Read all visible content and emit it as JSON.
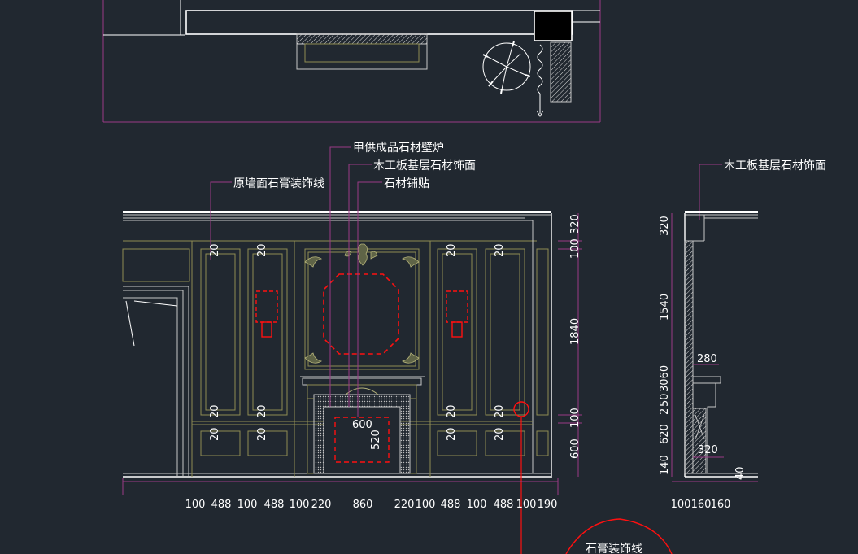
{
  "colors": {
    "background": "#212830",
    "line_white": "#ffffff",
    "line_gray": "#c8c8c8",
    "panel_olive": "#8e8c52",
    "panel_green": "#4f8a3c",
    "magenta": "#9a3a86",
    "red": "#ff1010",
    "text": "#ffffff"
  },
  "callouts": {
    "fireplace": "甲供成品石材壁炉",
    "wood_base_stone": "木工板基层石材饰面",
    "stone_paving": "石材铺贴",
    "plaster_molding_wall": "原墙面石膏装饰线",
    "side_wood_base_stone": "木工板基层石材饰面",
    "plaster_molding": "石膏装饰线"
  },
  "bottom_dims": [
    "100",
    "488",
    "100",
    "488",
    "100",
    "220",
    "860",
    "220",
    "100",
    "488",
    "100",
    "488",
    "100",
    "190"
  ],
  "right_dims": [
    "320",
    "100",
    "1840",
    "100",
    "600"
  ],
  "fireplace_dims": {
    "width": "600",
    "height": "520"
  },
  "panel_dims": {
    "twenty": "20"
  },
  "side_vertical_dims": [
    "320",
    "1540",
    "3060",
    "50",
    "2",
    "620",
    "140"
  ],
  "side_bottom_dims": [
    "100",
    "160",
    "160"
  ],
  "side_horizontal_dims": {
    "upper": "280",
    "lower": "320",
    "base": "40"
  }
}
